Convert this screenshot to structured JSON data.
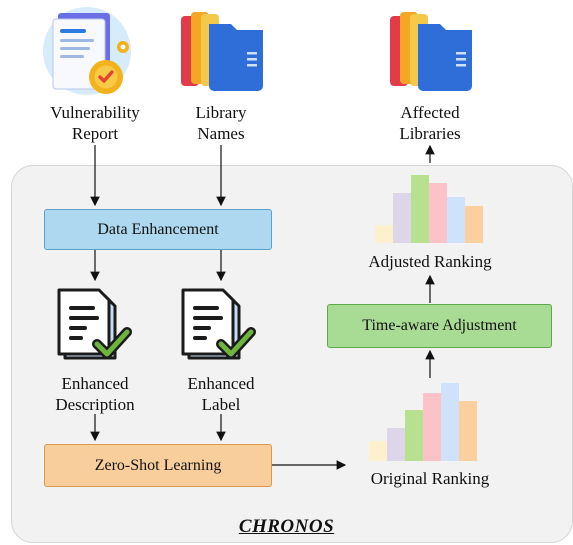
{
  "inputs": {
    "report_label": [
      "Vulnerability",
      "Report"
    ],
    "library_label": [
      "Library",
      "Names"
    ]
  },
  "output": {
    "affected_label": [
      "Affected",
      "Libraries"
    ]
  },
  "steps": {
    "data_enhancement": "Data Enhancement",
    "enhanced_description": [
      "Enhanced",
      "Description"
    ],
    "enhanced_label": [
      "Enhanced",
      "Label"
    ],
    "zero_shot": "Zero-Shot Learning",
    "original_ranking": "Original Ranking",
    "time_aware": "Time-aware Adjustment",
    "adjusted_ranking": "Adjusted Ranking"
  },
  "system_name": "CHRONOS",
  "colors": {
    "data_enhancement_fill": "#aed8f0",
    "data_enhancement_border": "#5aa2cc",
    "zero_shot_fill": "#f8cf9c",
    "zero_shot_border": "#d99a4e",
    "time_aware_fill": "#a8db94",
    "time_aware_border": "#5ea84a",
    "check_green": "#6fb43f",
    "doc_blue": "#c9dcf5",
    "panel": "#f2f2f2"
  },
  "icons": [
    "report-icon",
    "folders-icon",
    "document-check-icon",
    "bar-ranking-icon"
  ]
}
